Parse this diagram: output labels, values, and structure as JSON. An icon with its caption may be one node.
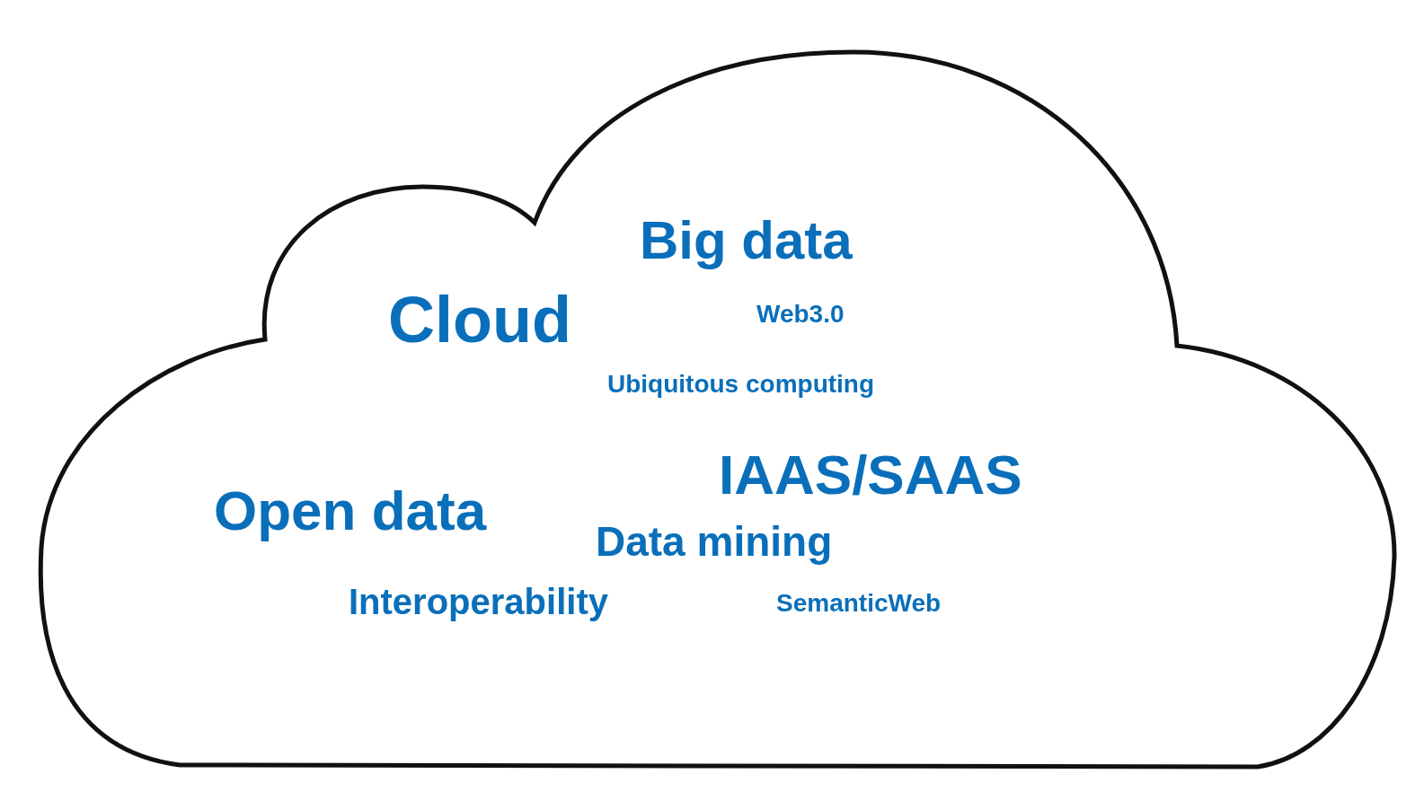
{
  "diagram": {
    "nodes": [
      {
        "text": [
          "Big data",
          "Cloud",
          "Web3.0",
          "Ubiquitous computing",
          "Open data",
          "IAAS/SAAS",
          "Data mining",
          "Interoperability",
          "SemanticWeb"
        ]
      }
    ]
  }
}
